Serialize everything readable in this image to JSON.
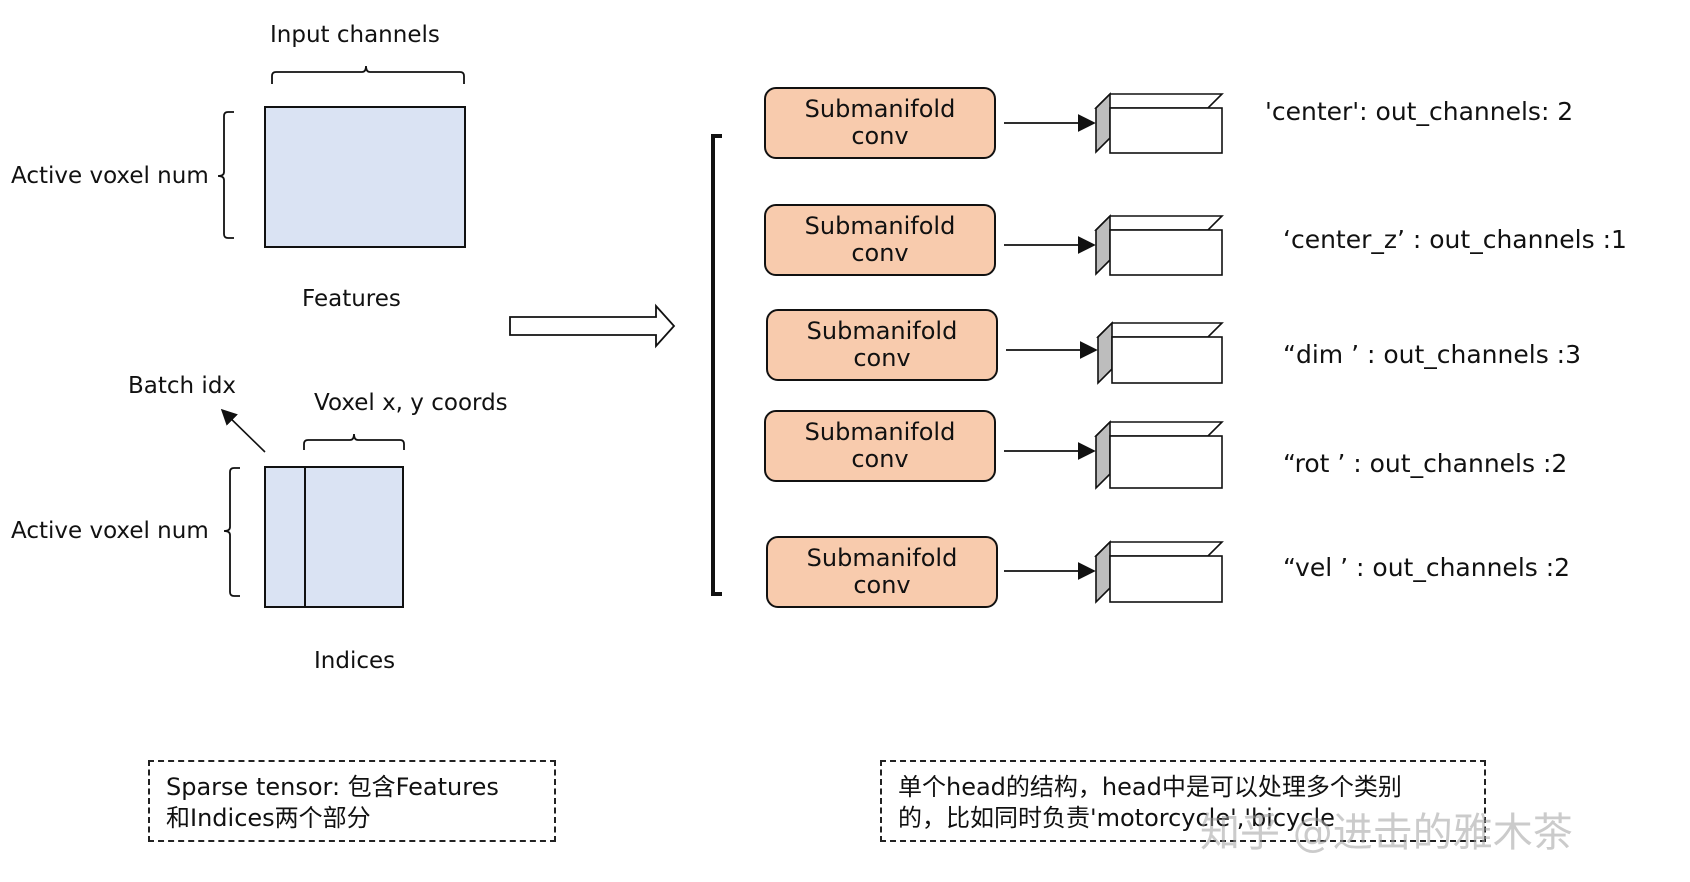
{
  "left": {
    "input_channels": "Input channels",
    "active_voxel_num_top": "Active voxel num",
    "features": "Features",
    "batch_idx": "Batch idx",
    "voxel_coords": "Voxel x, y coords",
    "active_voxel_num_bottom": "Active voxel num",
    "indices": "Indices"
  },
  "heads": [
    {
      "conv": [
        "Submanifold",
        "conv"
      ],
      "label": "'center': out_channels: 2"
    },
    {
      "conv": [
        "Submanifold",
        "conv"
      ],
      "label": "‘center_z’ : out_channels :1"
    },
    {
      "conv": [
        "Submanifold",
        "conv"
      ],
      "label": "“dim ’ : out_channels :3"
    },
    {
      "conv": [
        "Submanifold",
        "conv"
      ],
      "label": "“rot ’ : out_channels :2"
    },
    {
      "conv": [
        "Submanifold",
        "conv"
      ],
      "label": "“vel ’ : out_channels :2"
    }
  ],
  "notes": {
    "left": [
      "Sparse tensor: 包含Features",
      "和Indices两个部分"
    ],
    "right": [
      "单个head的结构，head中是可以处理多个类别",
      "的，比如同时负责'motorcycle','bicycle"
    ]
  },
  "watermark": "知乎 @进击的雅木茶",
  "colors": {
    "feature_fill": "#dae3f3",
    "conv_fill": "#f8cbad",
    "outline": "#111111"
  }
}
